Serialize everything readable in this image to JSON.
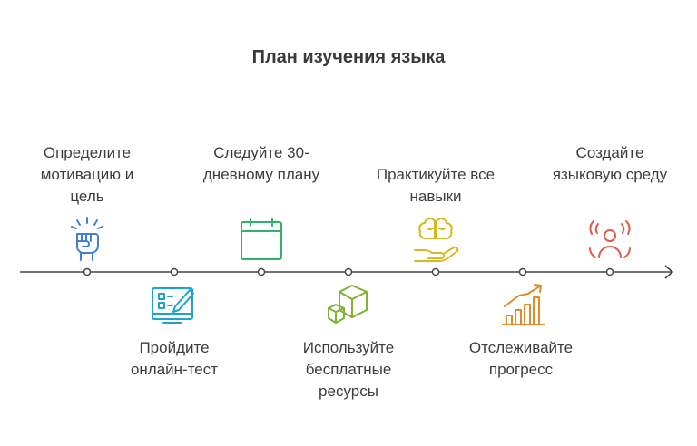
{
  "title": "План изучения языка",
  "steps": [
    {
      "label": "Определите мотивацию и цель",
      "icon": "raised-fist-icon",
      "color": "#3f7fd6"
    },
    {
      "label": "Пройдите онлайн-тест",
      "icon": "computer-test-icon",
      "color": "#1ea3cc"
    },
    {
      "label": "Следуйте 30-дневному плану",
      "icon": "calendar-icon",
      "color": "#2fb36a"
    },
    {
      "label": "Используйте бесплатные ресурсы",
      "icon": "boxes-icon",
      "color": "#7db331"
    },
    {
      "label": "Практикуйте все навыки",
      "icon": "brain-hand-icon",
      "color": "#d8b820"
    },
    {
      "label": "Отслеживайте прогресс",
      "icon": "growth-chart-icon",
      "color": "#e08a2a"
    },
    {
      "label": "Создайте языковую среду",
      "icon": "person-surrounded-icon",
      "color": "#e05a4a"
    }
  ]
}
